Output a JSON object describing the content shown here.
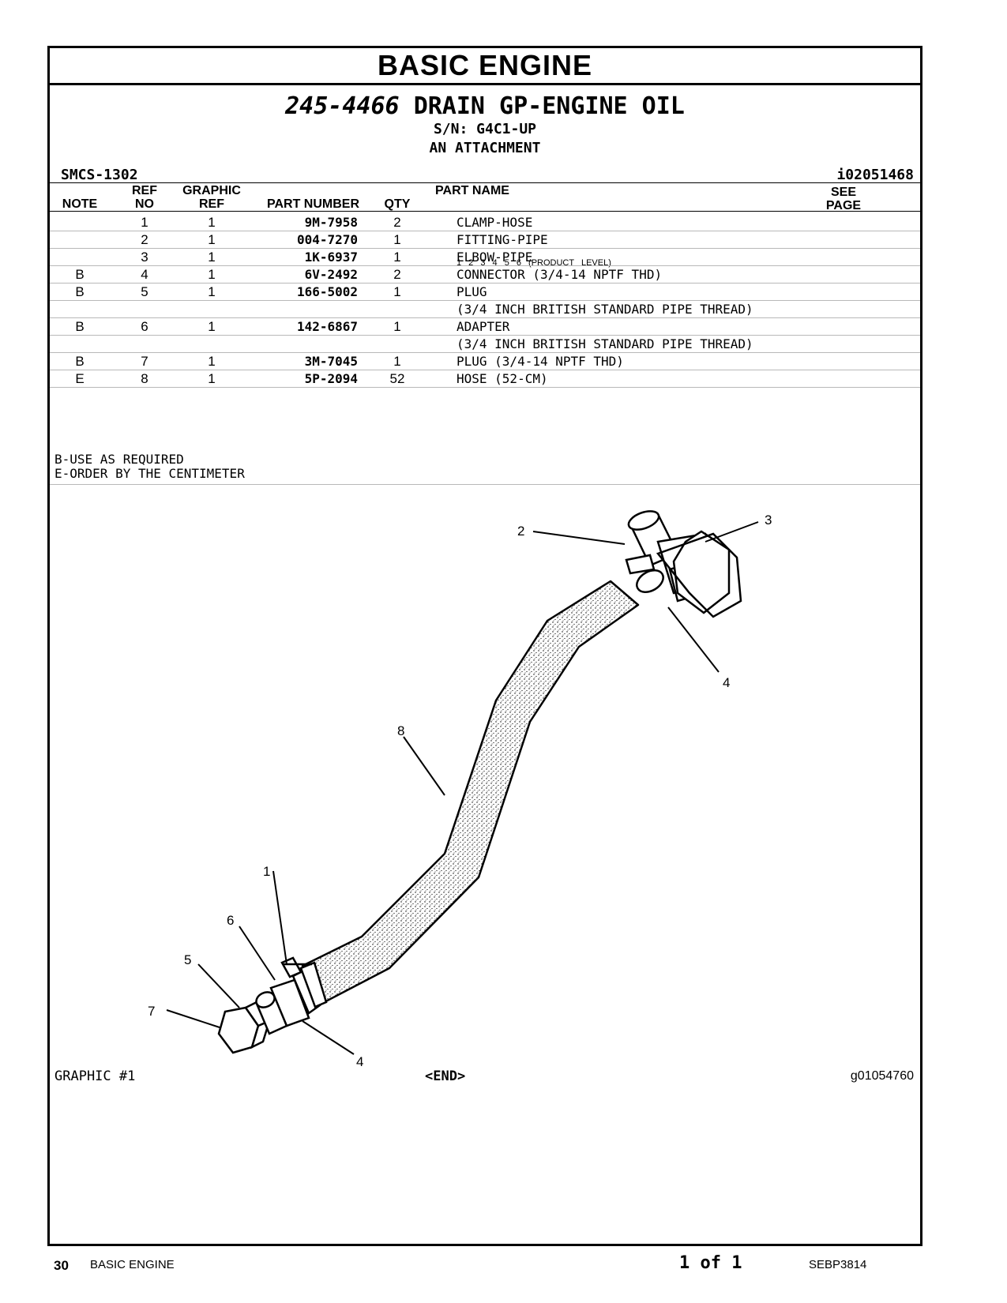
{
  "section_title": "BASIC ENGINE",
  "group": {
    "number": "245-4466",
    "name": "DRAIN GP-ENGINE OIL",
    "serial": "S/N: G4C1-UP",
    "type": "AN ATTACHMENT"
  },
  "smcs": "SMCS-1302",
  "info_id": "i02051468",
  "headers": {
    "note": "NOTE",
    "ref_no": [
      "REF",
      "NO"
    ],
    "graphic_ref": [
      "GRAPHIC",
      "REF"
    ],
    "part_number": "PART NUMBER",
    "qty": "QTY",
    "part_name": "PART NAME",
    "product_levels": "1  2  3  4  5  6  (PRODUCT LEVEL)",
    "see_page": [
      "SEE",
      "PAGE"
    ]
  },
  "rows": [
    {
      "note": "",
      "ref": "1",
      "gref": "1",
      "part": "9M-7958",
      "qty": "2",
      "name": "CLAMP-HOSE"
    },
    {
      "note": "",
      "ref": "2",
      "gref": "1",
      "part": "004-7270",
      "qty": "1",
      "name": "FITTING-PIPE"
    },
    {
      "note": "",
      "ref": "3",
      "gref": "1",
      "part": "1K-6937",
      "qty": "1",
      "name": "ELBOW-PIPE"
    },
    {
      "note": "B",
      "ref": "4",
      "gref": "1",
      "part": "6V-2492",
      "qty": "2",
      "name": "CONNECTOR (3/4-14 NPTF THD)"
    },
    {
      "note": "B",
      "ref": "5",
      "gref": "1",
      "part": "166-5002",
      "qty": "1",
      "name": "PLUG"
    },
    {
      "note": "",
      "ref": "",
      "gref": "",
      "part": "",
      "qty": "",
      "name": "(3/4 INCH BRITISH STANDARD PIPE THREAD)"
    },
    {
      "note": "B",
      "ref": "6",
      "gref": "1",
      "part": "142-6867",
      "qty": "1",
      "name": "ADAPTER"
    },
    {
      "note": "",
      "ref": "",
      "gref": "",
      "part": "",
      "qty": "",
      "name": "(3/4 INCH BRITISH STANDARD PIPE THREAD)"
    },
    {
      "note": "B",
      "ref": "7",
      "gref": "1",
      "part": "3M-7045",
      "qty": "1",
      "name": "PLUG (3/4-14 NPTF THD)"
    },
    {
      "note": "E",
      "ref": "8",
      "gref": "1",
      "part": "5P-2094",
      "qty": "52",
      "name": "HOSE (52-CM)"
    }
  ],
  "footnotes": [
    "B-USE AS REQUIRED",
    "E-ORDER BY THE CENTIMETER"
  ],
  "callouts": [
    "1",
    "2",
    "3",
    "4",
    "4",
    "5",
    "6",
    "7",
    "8"
  ],
  "graphic_label": "GRAPHIC #1",
  "end_marker": "<END>",
  "graphic_id": "g01054760",
  "footer": {
    "page_number": "30",
    "section": "BASIC ENGINE",
    "page_count": "1 of 1",
    "document": "SEBP3814"
  }
}
